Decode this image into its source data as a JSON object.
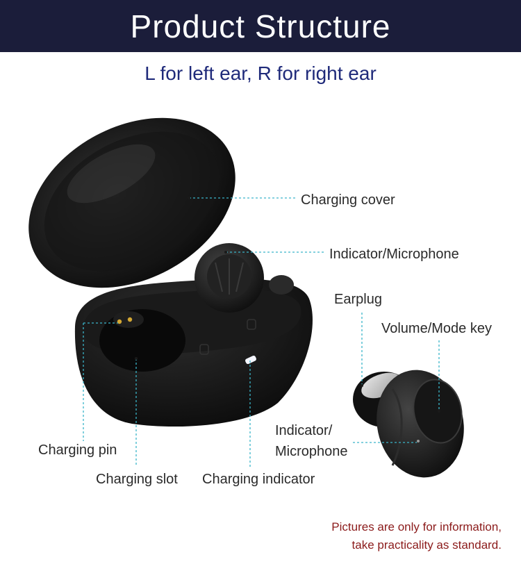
{
  "header": {
    "title": "Product Structure"
  },
  "subtitle": "L for left ear, R for right ear",
  "labels": {
    "charging_cover": "Charging cover",
    "indicator_microphone_case": "Indicator/Microphone",
    "earplug": "Earplug",
    "volume_mode_key": "Volume/Mode key",
    "indicator_line1": "Indicator/",
    "indicator_line2": "Microphone",
    "charging_pin": "Charging pin",
    "charging_slot": "Charging slot",
    "charging_indicator": "Charging indicator"
  },
  "disclaimer": {
    "line1": "Pictures are only for information,",
    "line2": "take practicality as standard."
  },
  "colors": {
    "banner": "#1b1d3a",
    "subtitle": "#1f2a7a",
    "leader_line": "#3ab5c9",
    "disclaimer": "#8b1a1a"
  }
}
